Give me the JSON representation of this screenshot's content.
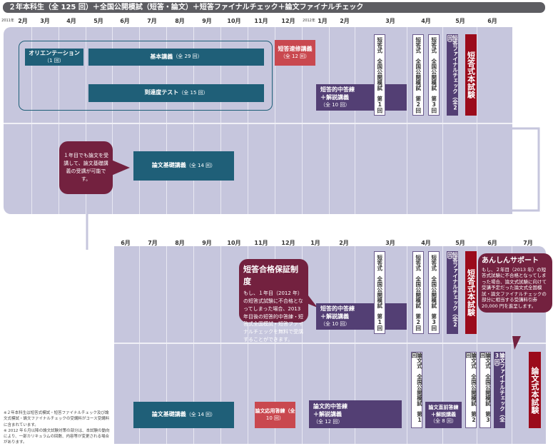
{
  "title": "２年本科生（全 125 回）＋全国公開模試（短答・論文）＋短答ファイナルチェック＋論文ファイナルチェック",
  "colors": {
    "panel": "#c6c6dd",
    "teal": "#1f5f78",
    "red": "#c9484f",
    "purple": "#533f74",
    "exam_red": "#9b0b1b",
    "bubble": "#73213f"
  },
  "row1_year_start": "2011年",
  "row1_year_mid": "2012年",
  "row1_months": [
    "2月",
    "3月",
    "4月",
    "5月",
    "6月",
    "7月",
    "8月",
    "9月",
    "10月",
    "11月",
    "12月",
    "1月",
    "2月",
    "3月",
    "4月",
    "5月",
    "6月"
  ],
  "row2_months": [
    "6月",
    "7月",
    "8月",
    "9月",
    "10月",
    "11月",
    "12月",
    "1月",
    "2月",
    "3月",
    "4月",
    "5月",
    "6月",
    "7月"
  ],
  "y1": {
    "orientation": {
      "label": "オリエンテーション",
      "count": "（1 回）"
    },
    "basic": {
      "label": "基本講義",
      "count": "（全 29 回）"
    },
    "test": {
      "label": "到達度テスト",
      "count": "（全 15 回）"
    },
    "short_speed": {
      "label": "短答速修講義",
      "count": "（全 12 回）"
    },
    "short_drill": {
      "l1": "短答的中答練",
      "l2": "＋解説講義",
      "count": "（全 10 回）"
    },
    "mock": [
      "短答式　全国公開模試　第1回",
      "短答式　全国公開模試　第2回",
      "短答式　全国公開模試　第3回"
    ],
    "final_check": "短答ファイナルチェック（全2回）",
    "exam": "短答式本試験",
    "bubble": "１年目でも論文を受講して、論文基礎講義の受講が可能です。",
    "essay_basic": {
      "label": "論文基礎講義",
      "count": "（全 14 回）"
    }
  },
  "y2": {
    "guarantee": {
      "title": "短答合格保証制度",
      "text": "もし、１年目（2012 年）の短答式試験に不合格となってしまった場合、2013 年目後の短答的中答練・短答式全国模試・短答ファイナルチェックを無料で受講することができます。"
    },
    "short_drill": {
      "l1": "短答的中答練",
      "l2": "＋解説講義",
      "count": "（全 10 回）"
    },
    "mock": [
      "短答式　全国公開模試　第1回",
      "短答式　全国公開模試　第2回",
      "短答式　全国公開模試　第3回"
    ],
    "final_check": "短答ファイナルチェック（全2回）",
    "exam": "短答式本試験",
    "support": {
      "title": "あんしんサポート",
      "text": "もし、２年目（2013 年）の短答式試験に不合格となってしまった場合、論文式試験に向けて受講予定だった論文式全国模試・論文ファイナルチェックの部分に相当する受講料引券 20,000 円を進呈します。"
    },
    "essay_basic": {
      "label": "論文基礎講義",
      "count": "（全 14 回）"
    },
    "essay_applied": {
      "label": "論文応用答練（全",
      "count": "10 回）"
    },
    "essay_drill": {
      "l1": "論文的中答練",
      "l2": "＋解説講義",
      "count": "（全 12 回）"
    },
    "essay_mock": [
      "論文式　全国公開模試　第1回",
      "論文式　全国公開模試　第2回",
      "論文式　全国公開模試　第3回"
    ],
    "essay_pre": {
      "l1": "論文直前答練",
      "l2": "＋解説講義",
      "count": "（全 8 回）"
    },
    "essay_final": "論文ファイナルチェック（全3回）",
    "essay_exam": "論文式本試験"
  },
  "notes": [
    "※２年本科生は短答式模試・短答ファイナルチェック及び論文式模試・論文ファイナルチェックの受講料がコース受講料に含まれています。",
    "※ 2012 年６月以降の論文試験対策の部分は、本試験の動向により、一部カリキュラムの回数、内容等が変更される場合があります。"
  ]
}
